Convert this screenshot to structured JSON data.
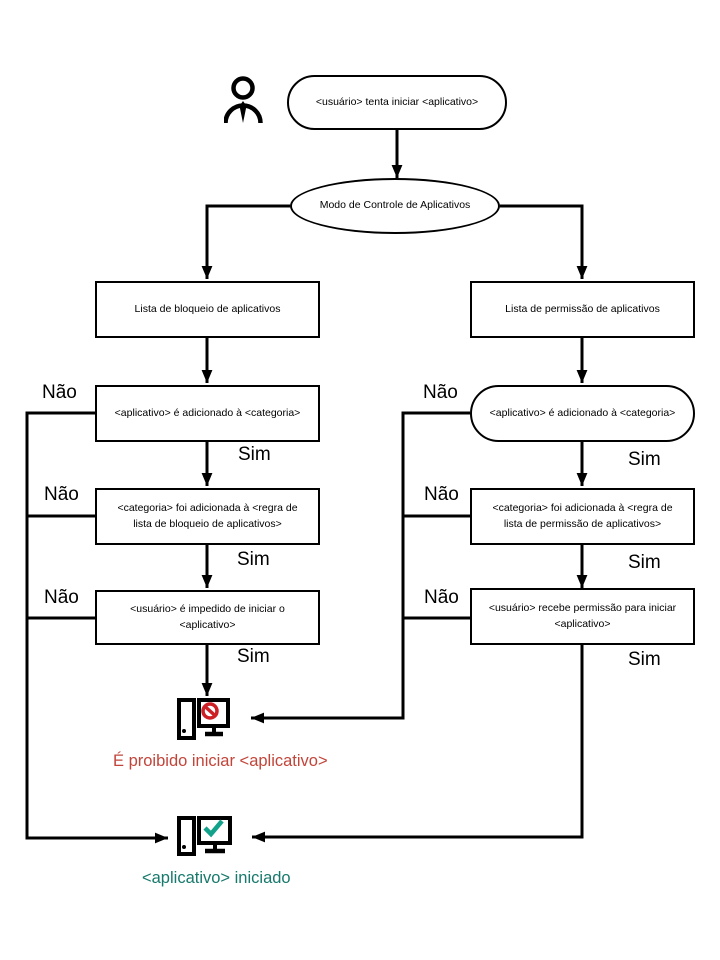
{
  "diagram": {
    "title_implicit": "Modo de Controle de Aplicativos",
    "no_label": "Não",
    "yes_label": "Sim",
    "start_oval": "<usuário> tenta iniciar <aplicativo>",
    "mode_oval": "Modo de Controle de Aplicativos",
    "left_branch": {
      "header": "Lista de bloqueio de aplicativos",
      "step1": "<aplicativo> é adicionado à <categoria>",
      "step2": "<categoria> foi adicionada à <regra de\nlista de bloqueio de aplicativos>",
      "step3": "<usuário> é impedido  de iniciar o\n<aplicativo>",
      "result_text": "É proibido iniciar <aplicativo>"
    },
    "right_branch": {
      "header": "Lista de permissão de aplicativos",
      "step1": "<aplicativo> é adicionado à <categoria>",
      "step2": "<categoria> foi adicionada à <regra de\nlista de permissão de aplicativos>",
      "step3": "<usuário> recebe permissão para iniciar\n<aplicativo>",
      "result_text": "<aplicativo> iniciado"
    },
    "icons": {
      "actor": "user-icon",
      "blocked": "computer-prohibited-icon",
      "started": "computer-check-icon"
    },
    "colors": {
      "line": "#000000",
      "background": "#ffffff",
      "denied_text": "#c2453a",
      "allowed_text": "#17796b",
      "prohibition_sign": "#cc2026",
      "checkmark": "#12a28b"
    }
  }
}
